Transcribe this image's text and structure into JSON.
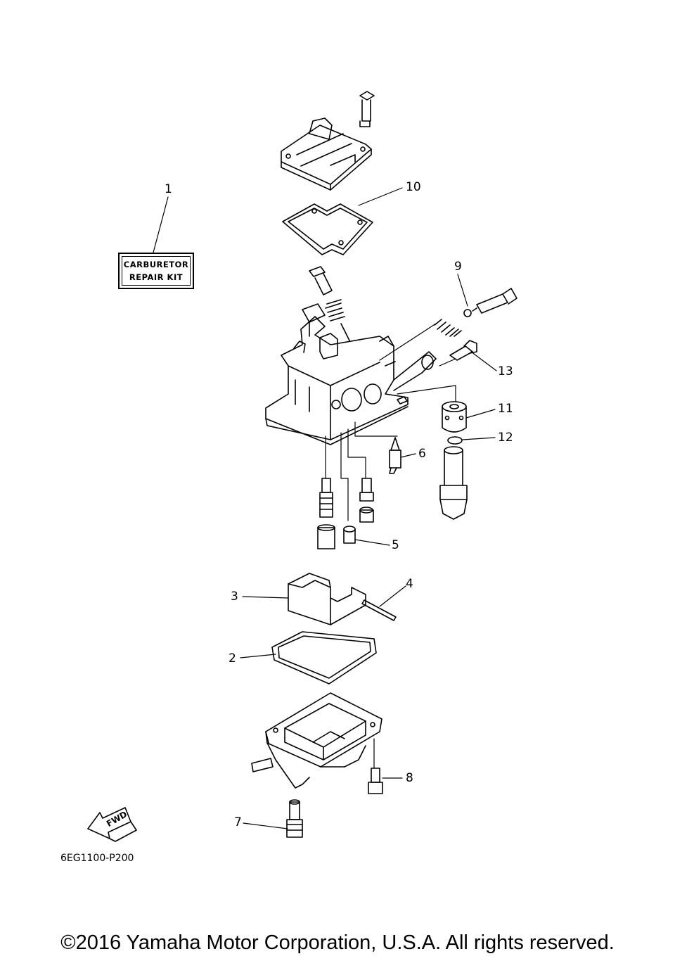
{
  "kit_label": {
    "line1": "CARBURETOR",
    "line2": "REPAIR KIT"
  },
  "callouts": [
    "1",
    "2",
    "3",
    "4",
    "5",
    "6",
    "7",
    "8",
    "9",
    "10",
    "11",
    "12",
    "13"
  ],
  "fwd_label": "FWD",
  "figure_code": "6EG1100-P200",
  "copyright": "©2016 Yamaha Motor Corporation, U.S.A. All rights reserved."
}
